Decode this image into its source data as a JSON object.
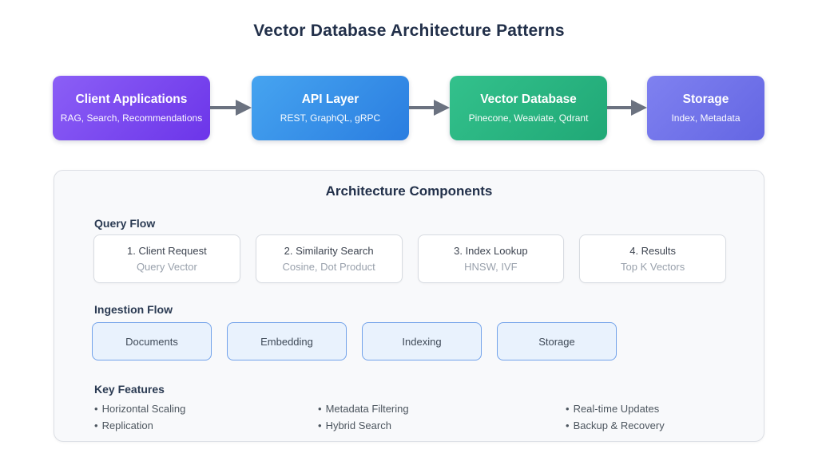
{
  "page": {
    "title": "Vector Database Architecture Patterns"
  },
  "flow": {
    "nodes": [
      {
        "title": "Client Applications",
        "subtitle": "RAG, Search, Recommendations",
        "color_from": "#8b5ff6",
        "color_to": "#6c35e9"
      },
      {
        "title": "API Layer",
        "subtitle": "REST, GraphQL, gRPC",
        "color_from": "#46a4f0",
        "color_to": "#2a7de0"
      },
      {
        "title": "Vector Database",
        "subtitle": "Pinecone, Weaviate, Qdrant",
        "color_from": "#33c18c",
        "color_to": "#20a876"
      },
      {
        "title": "Storage",
        "subtitle": "Index, Metadata",
        "color_from": "#7f81f0",
        "color_to": "#6466e3"
      }
    ],
    "arrow_color": "#6b7280"
  },
  "panel": {
    "title": "Architecture Components",
    "query_flow": {
      "heading": "Query Flow",
      "steps": [
        {
          "title": "1. Client Request",
          "subtitle": "Query Vector"
        },
        {
          "title": "2. Similarity Search",
          "subtitle": "Cosine, Dot Product"
        },
        {
          "title": "3. Index Lookup",
          "subtitle": "HNSW, IVF"
        },
        {
          "title": "4. Results",
          "subtitle": "Top K Vectors"
        }
      ]
    },
    "ingestion_flow": {
      "heading": "Ingestion Flow",
      "stages": [
        "Documents",
        "Embedding",
        "Indexing",
        "Storage"
      ]
    },
    "key_features": {
      "heading": "Key Features",
      "bullet": "•",
      "columns": [
        {
          "items": [
            "Horizontal Scaling",
            "Replication"
          ]
        },
        {
          "items": [
            "Metadata Filtering",
            "Hybrid Search"
          ]
        },
        {
          "items": [
            "Real-time Updates",
            "Backup & Recovery"
          ]
        }
      ]
    }
  },
  "colors": {
    "page_background": "#ffffff",
    "heading_text": "#22304a",
    "panel_background": "#f8f9fb",
    "panel_border": "#dcdfe5",
    "query_card_border": "#d7dbe1",
    "query_card_subtitle_text": "#99a1ac",
    "ingestion_card_background": "#e9f2fd",
    "ingestion_card_border": "#72a2ea",
    "feature_text": "#4d565f",
    "arrow": "#6b7280"
  }
}
